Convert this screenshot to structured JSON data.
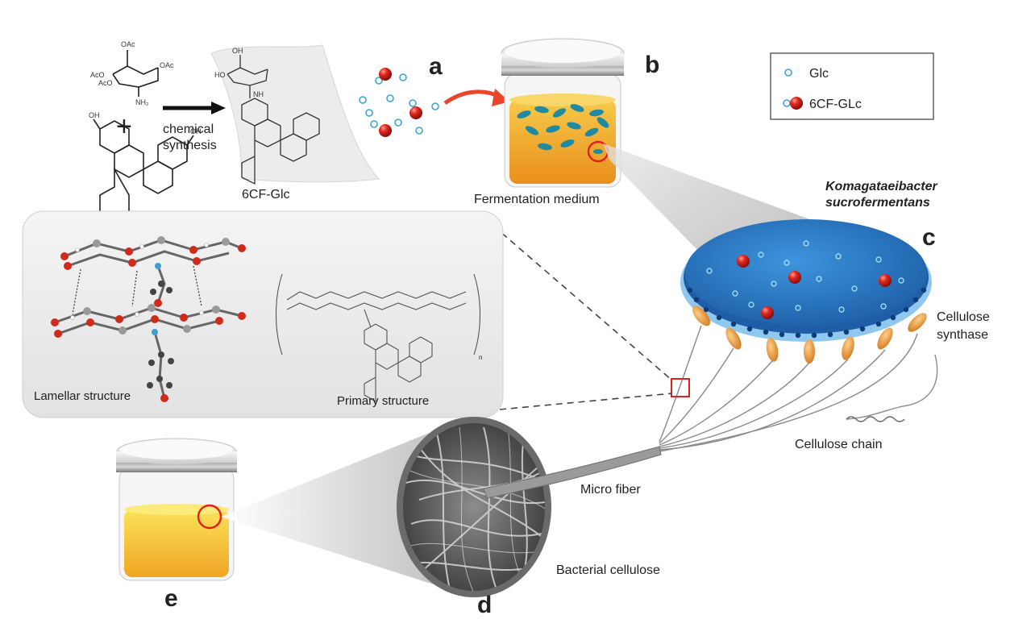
{
  "panels": {
    "a": "a",
    "b": "b",
    "c": "c",
    "d": "d",
    "e": "e"
  },
  "synthesis": {
    "arrow_label_1": "chemical",
    "arrow_label_2": "synthesis",
    "product_label": "6CF-Glc",
    "plus_sign": "+",
    "atoms": {
      "oac_top": "OAc",
      "oac_right": "OAc",
      "aco_left1": "AcO",
      "aco_left2": "AcO",
      "nh2": "NH₂",
      "oh": "OH",
      "ho": "HO",
      "nh": "NH",
      "o": "O"
    }
  },
  "legend": {
    "items": [
      {
        "label": "Glc",
        "marker": "small-blue-ring"
      },
      {
        "label": "6CF-GLc",
        "marker": "red-sphere-with-ring"
      }
    ]
  },
  "labels": {
    "fermentation_medium": "Fermentation medium",
    "organism_line1": "Komagataeibacter",
    "organism_line2": "sucrofermentans",
    "cellulose_synthase_1": "Cellulose",
    "cellulose_synthase_2": "synthase",
    "cellulose_chain": "Cellulose chain",
    "micro_fiber": "Micro fiber",
    "bacterial_cellulose": "Bacterial cellulose",
    "lamellar_structure": "Lamellar structure",
    "primary_structure": "Primary structure",
    "subscript_n": "n"
  },
  "colors": {
    "red_sphere": "#d8231c",
    "glc_ring": "#3aa6d9",
    "medium": "#f2b02a",
    "cell_top": "#2e7ec7",
    "synthase": "#e8a040",
    "arrow_red": "#e8452a",
    "highlight_box": "#e02020"
  }
}
